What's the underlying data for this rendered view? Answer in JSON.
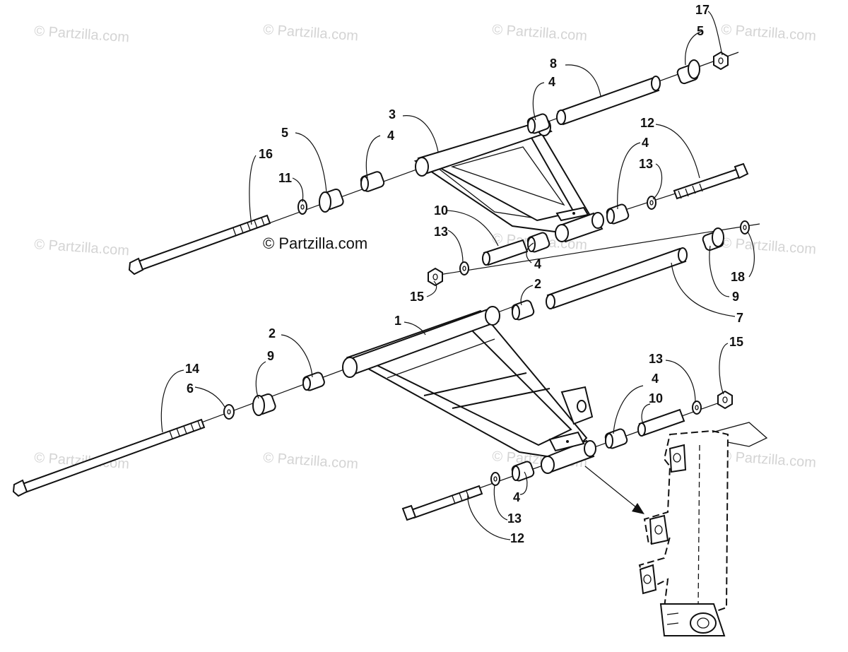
{
  "watermarks": {
    "corner": "© Partzilla.com",
    "main": "© Partzilla.com"
  },
  "callouts": {
    "c17": "17",
    "c5_top": "5",
    "c8": "8",
    "c4_top": "4",
    "c3": "3",
    "c4_mid": "4",
    "c5_left": "5",
    "c16": "16",
    "c11": "11",
    "c12_top": "12",
    "c4_right": "4",
    "c13_right": "13",
    "c10_upper": "10",
    "c13_upper": "13",
    "c4_upper": "4",
    "c15_left": "15",
    "c2_mid": "2",
    "c18": "18",
    "c9_right": "9",
    "c7": "7",
    "c1": "1",
    "c2_left": "2",
    "c9_left": "9",
    "c14": "14",
    "c6": "6",
    "c13_lower": "13",
    "c15_right": "15",
    "c4_lower": "4",
    "c10_lower": "10",
    "c4_bottom": "4",
    "c13_bottom": "13",
    "c12_bottom": "12"
  },
  "colors": {
    "ink": "#111111",
    "watermark": "#d4d4d4",
    "background": "#ffffff"
  }
}
